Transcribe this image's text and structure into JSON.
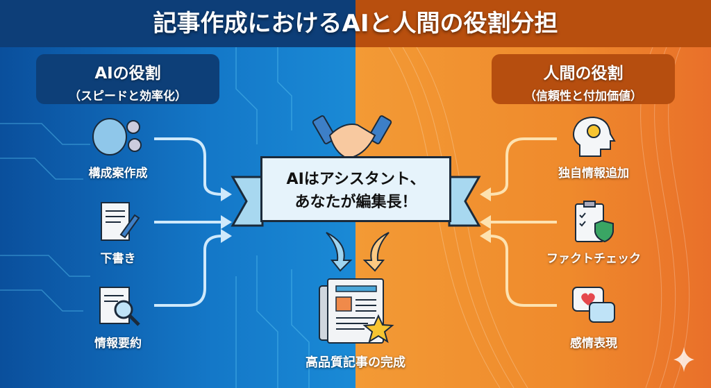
{
  "title": "記事作成におけるAIと人間の役割分担",
  "ai_role": {
    "title": "AIの役割",
    "subtitle": "（スピードと効率化）",
    "items": [
      {
        "label": "構成案作成",
        "icon": "brain-gears-icon"
      },
      {
        "label": "下書き",
        "icon": "document-pen-icon"
      },
      {
        "label": "情報要約",
        "icon": "document-magnifier-icon"
      }
    ]
  },
  "human_role": {
    "title": "人間の役割",
    "subtitle": "（信頼性と付加価値）",
    "items": [
      {
        "label": "独自情報追加",
        "icon": "head-lightbulb-icon"
      },
      {
        "label": "ファクトチェック",
        "icon": "clipboard-shield-icon"
      },
      {
        "label": "感情表現",
        "icon": "chat-heart-icon"
      }
    ]
  },
  "center": {
    "banner_line1": "AIはアシスタント、",
    "banner_line2": "あなたが編集長！",
    "result": "高品質記事の完成"
  },
  "colors": {
    "ai_dark": "#0d3e78",
    "human_dark": "#b84f0e",
    "ai_bg": "#1478c8",
    "human_bg": "#ef8a2c"
  }
}
